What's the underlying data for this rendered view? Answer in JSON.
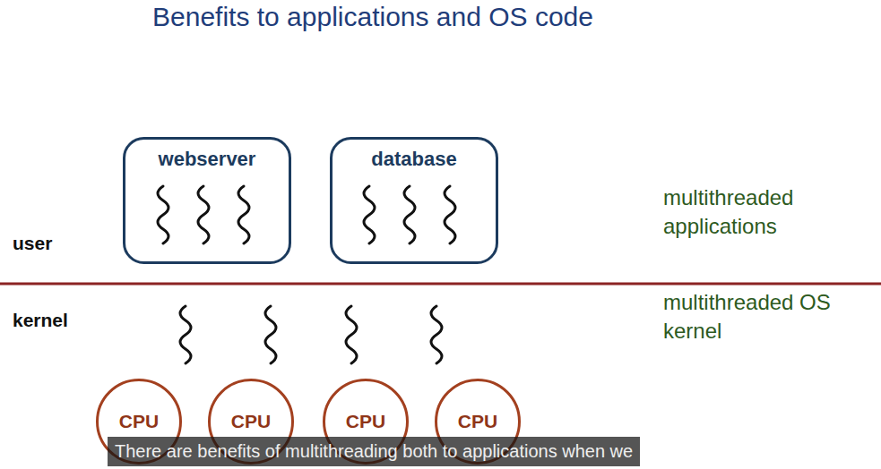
{
  "diagram": {
    "title": "Benefits to applications and OS code",
    "nodes": [
      {
        "text": [
          "webserver"
        ]
      },
      {
        "text": [
          "database"
        ]
      },
      {
        "text": [
          "CPU"
        ]
      },
      {
        "text": [
          "CPU"
        ]
      },
      {
        "text": [
          "CPU"
        ]
      },
      {
        "text": [
          "CPU"
        ]
      }
    ],
    "labels": [
      "user",
      "kernel",
      "multithreaded applications",
      "multithreaded OS kernel",
      "There are benefits of multithreading both to applications when we"
    ]
  }
}
